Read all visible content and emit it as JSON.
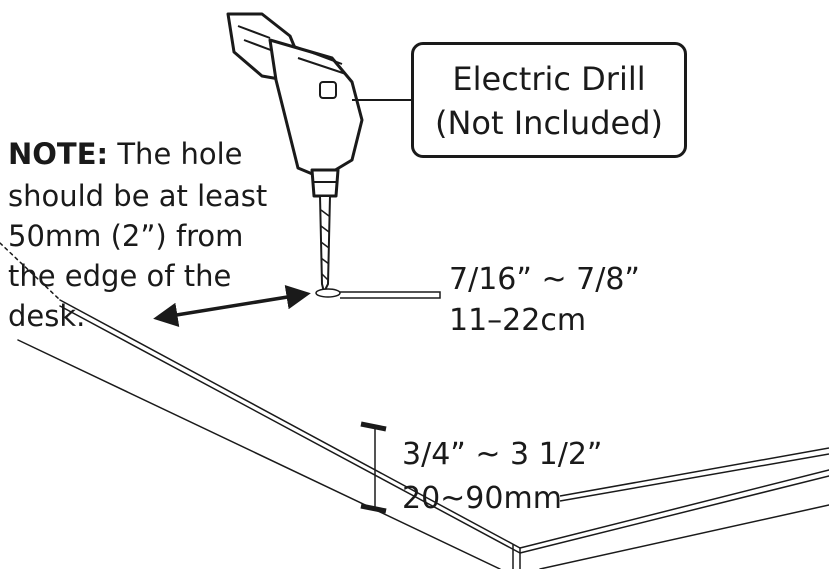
{
  "callout": {
    "line1": "Electric Drill",
    "line2": "(Not Included)"
  },
  "note": {
    "prefix": "NOTE:",
    "line1": "The hole",
    "line2": "should be at least",
    "line3": "50mm (2”) from",
    "line4": "the edge of the",
    "line5": "desk."
  },
  "hole_dimension": {
    "imperial": "7/16” ~ 7/8”",
    "metric": "11–22cm"
  },
  "thickness_dimension": {
    "imperial": "3/4” ~ 3 1/2”",
    "metric": "20~90mm"
  },
  "icons": [
    "drill-icon",
    "double-arrow-icon"
  ],
  "colors": {
    "ink": "#1a1a1a",
    "background": "#ffffff"
  }
}
